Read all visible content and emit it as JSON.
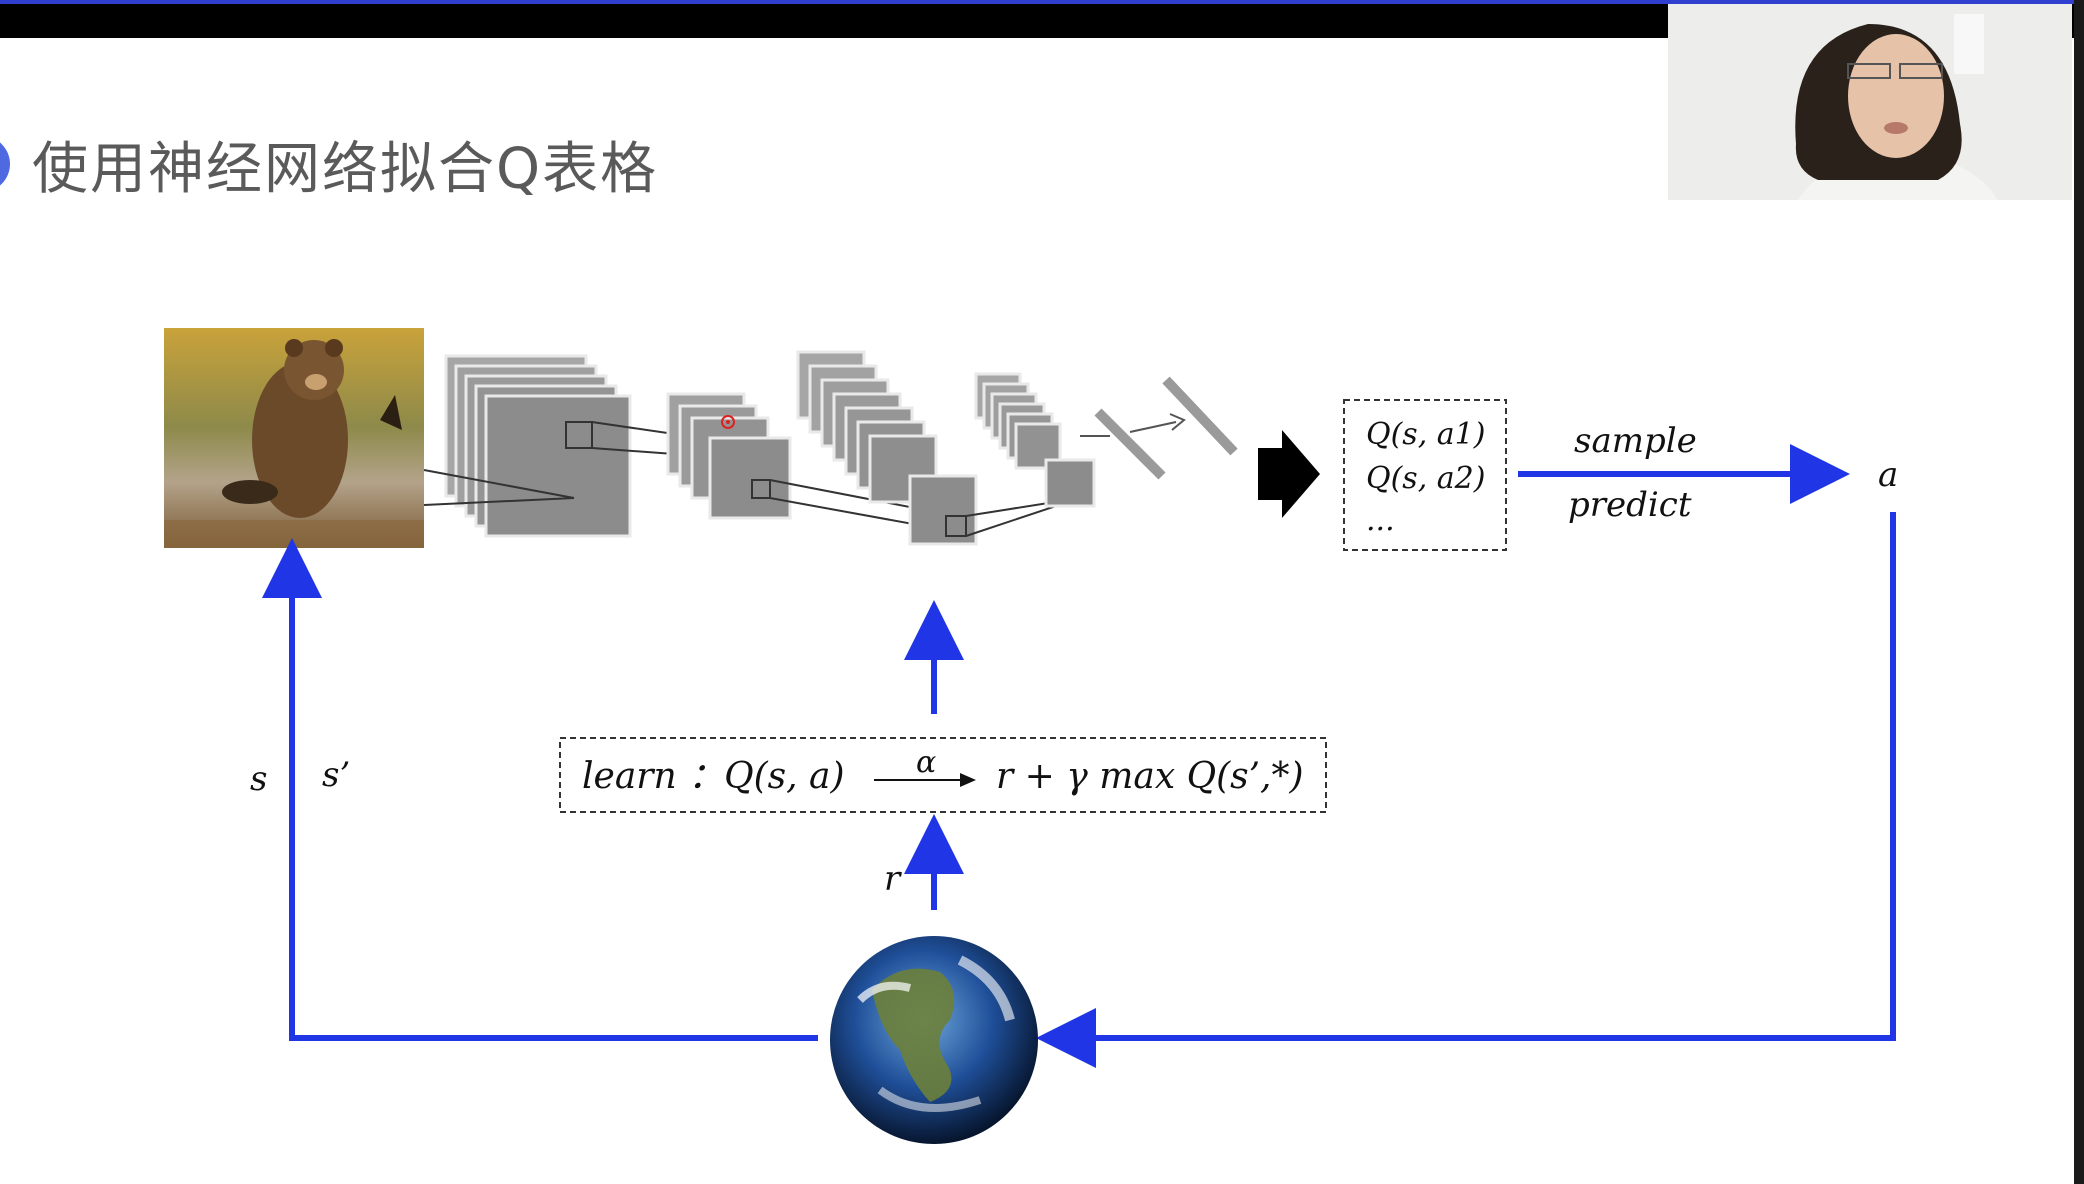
{
  "slide": {
    "title": "使用神经网络拟合Q表格"
  },
  "q_box": {
    "lines": [
      "Q(s, a1)",
      "Q(s, a2)",
      "..."
    ]
  },
  "arrow_labels": {
    "sample": "sample",
    "predict": "predict",
    "action": "a",
    "state": "s",
    "next_state": "s’",
    "reward": "r"
  },
  "learn_box": {
    "prefix": "learn ：Q(s, a)",
    "alpha": "α",
    "target": "r + γ max Q(s’,*)"
  },
  "colors": {
    "arrow_blue": "#1f35e6",
    "topbar": "#000000",
    "title_gray": "#5a5a5a",
    "layer_gray": "#8c8c8c"
  },
  "icons": [
    "bear-photo",
    "earth-globe-icon",
    "black-right-arrow-icon",
    "presenter-webcam"
  ]
}
